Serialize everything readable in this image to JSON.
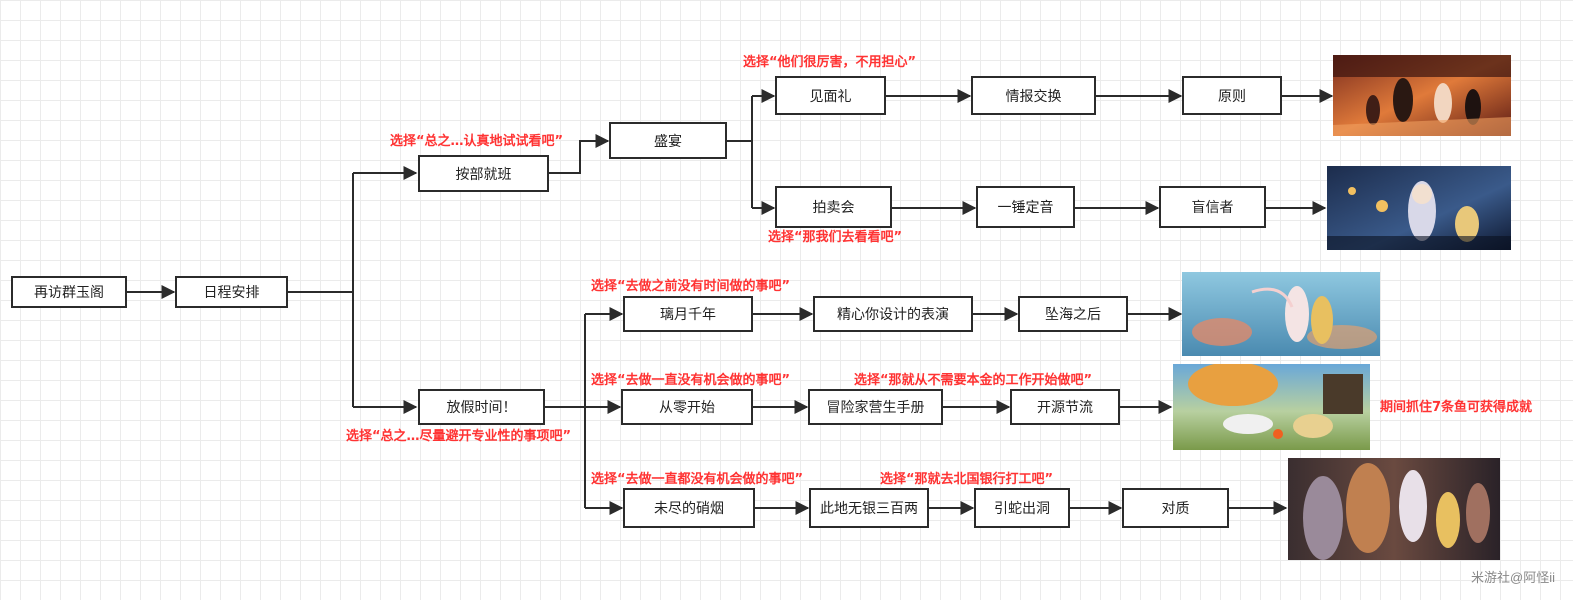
{
  "nodes": {
    "revisit": "再访群玉阁",
    "schedule": "日程安排",
    "by_the_book": "按部就班",
    "feast": "盛宴",
    "meeting_gift": "见面礼",
    "info_exchange": "情报交换",
    "principle": "原则",
    "auction": "拍卖会",
    "final_bid": "一锤定音",
    "believer": "盲信者",
    "holiday": "放假时间！",
    "liyue_millennium": "璃月千年",
    "designed_show": "精心你设计的表演",
    "after_sea": "坠海之后",
    "from_zero": "从零开始",
    "adventurer_handbook": "冒险家营生手册",
    "open_source": "开源节流",
    "endless_smoke": "未尽的硝烟",
    "no_silver": "此地无银三百两",
    "lure_snake": "引蛇出洞",
    "confront": "对质"
  },
  "notes": {
    "choice_not_worry": "选择“他们很厉害，不用担心”",
    "choice_try_seriously": "选择“总之…认真地试试看吧”",
    "choice_go_look": "选择“那我们去看看吧”",
    "choice_no_time_before": "选择“去做之前没有时间做的事吧”",
    "choice_no_chance": "选择“去做一直没有机会做的事吧”",
    "choice_no_capital": "选择“那就从不需要本金的工作开始做吧”",
    "choice_avoid_professional": "选择“总之…尽量避开专业性的事项吧”",
    "choice_never_chance": "选择“去做一直都没有机会做的事吧”",
    "choice_northland_bank": "选择“那就去北国银行打工吧”",
    "fish_achievement": "期间抓住7条鱼可获得成就"
  },
  "watermark": "米游社@阿怪ii",
  "colors": {
    "note_red": "#ff3333",
    "line": "#2b2b2b"
  }
}
